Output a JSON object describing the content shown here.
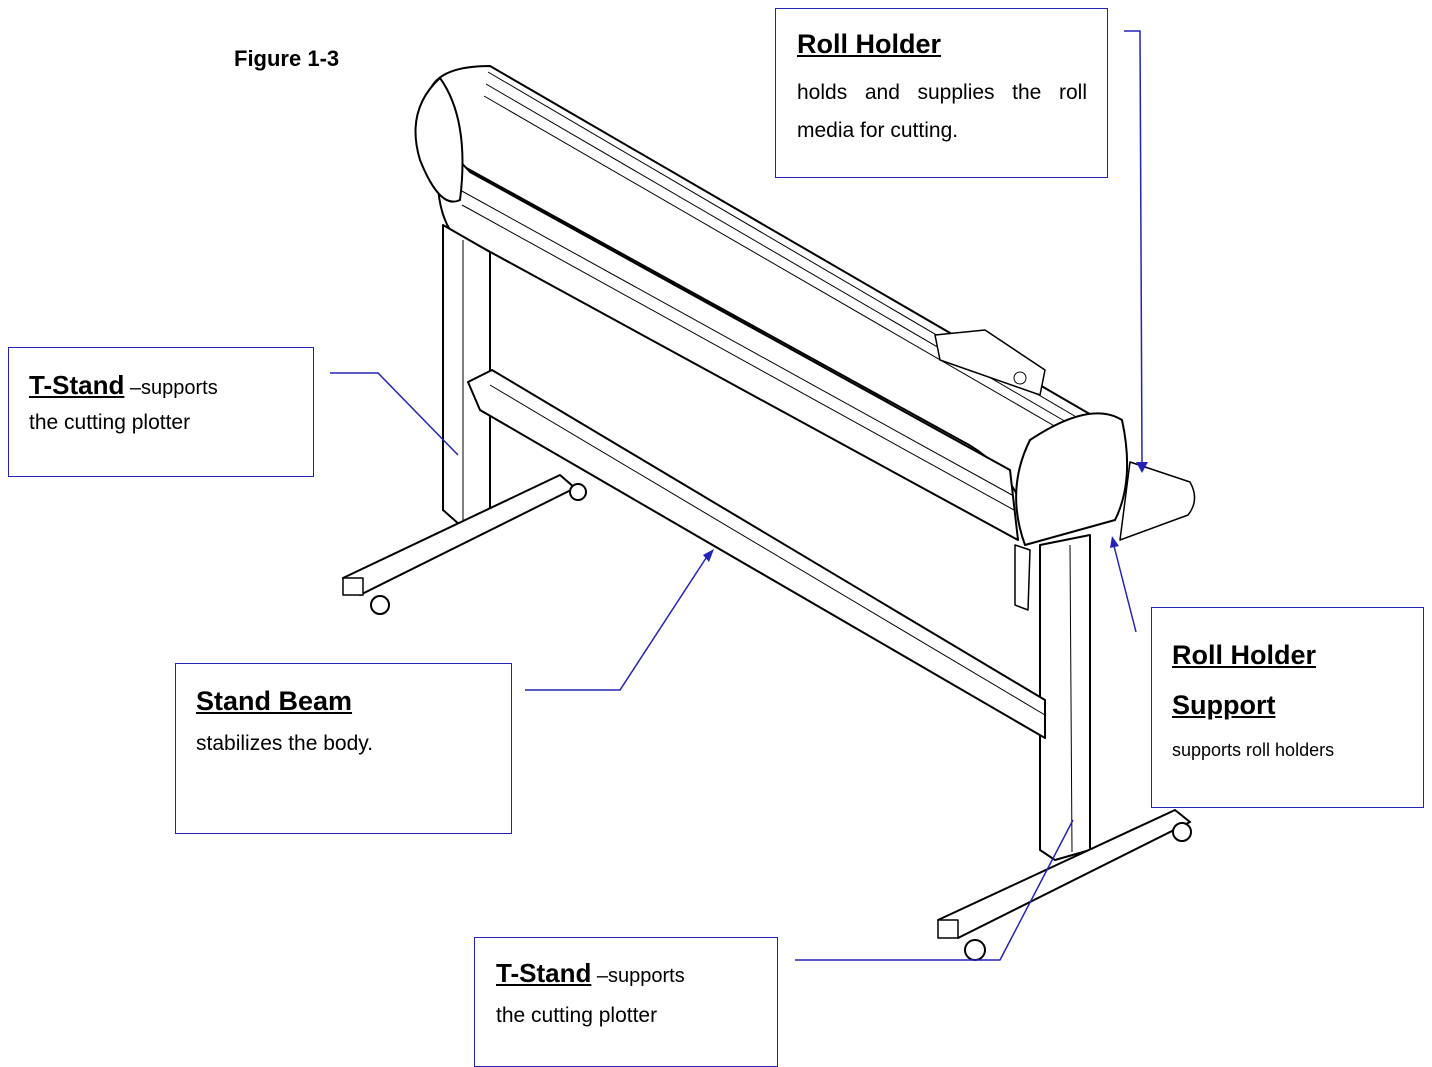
{
  "figure_title": "Figure 1-3",
  "callouts": {
    "roll_holder": {
      "heading": "Roll Holder",
      "description": "holds and supplies the roll media for cutting."
    },
    "tstand_left": {
      "heading": "T-Stand",
      "tail": " –supports",
      "description": "the cutting plotter"
    },
    "stand_beam": {
      "heading": "Stand Beam",
      "description": "stabilizes the body."
    },
    "roll_holder_support": {
      "heading_line1": "Roll Holder",
      "heading_line2": "Support",
      "description": "supports roll holders"
    },
    "tstand_bottom": {
      "heading": "T-Stand",
      "tail": " –supports",
      "description": "the cutting plotter"
    }
  },
  "colors": {
    "leader_line": "#2323b8",
    "box_border": "#2323b8",
    "drawing_line": "#000000"
  }
}
